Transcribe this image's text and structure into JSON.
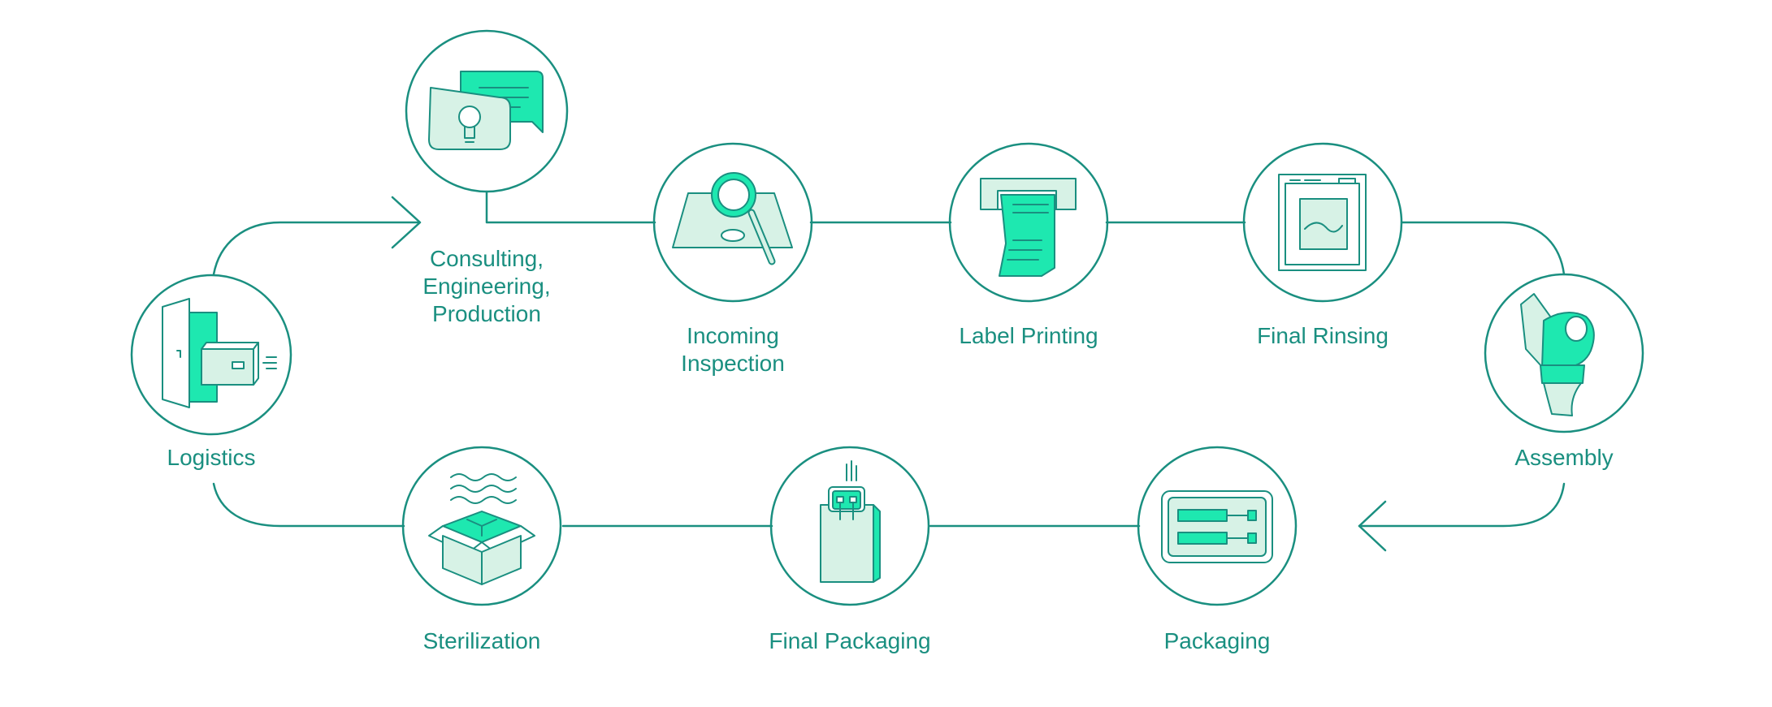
{
  "colors": {
    "stroke": "#1a8f80",
    "accent": "#1ee8b0",
    "fill": "#d7f2e6",
    "text": "#1a8f80"
  },
  "steps": {
    "consulting": {
      "label": "Consulting,\nEngineering,\nProduction",
      "icon": "chat-lightbulb-icon"
    },
    "incoming": {
      "label": "Incoming\nInspection",
      "icon": "magnifier-icon"
    },
    "label": {
      "label": "Label Printing",
      "icon": "printer-icon"
    },
    "rinsing": {
      "label": "Final Rinsing",
      "icon": "rinsing-window-icon"
    },
    "assembly": {
      "label": "Assembly",
      "icon": "knee-implant-icon"
    },
    "packaging": {
      "label": "Packaging",
      "icon": "tray-icon"
    },
    "finalpack": {
      "label": "Final Packaging",
      "icon": "bag-icon"
    },
    "sterile": {
      "label": "Sterilization",
      "icon": "steam-box-icon"
    },
    "logistics": {
      "label": "Logistics",
      "icon": "door-box-icon"
    }
  }
}
